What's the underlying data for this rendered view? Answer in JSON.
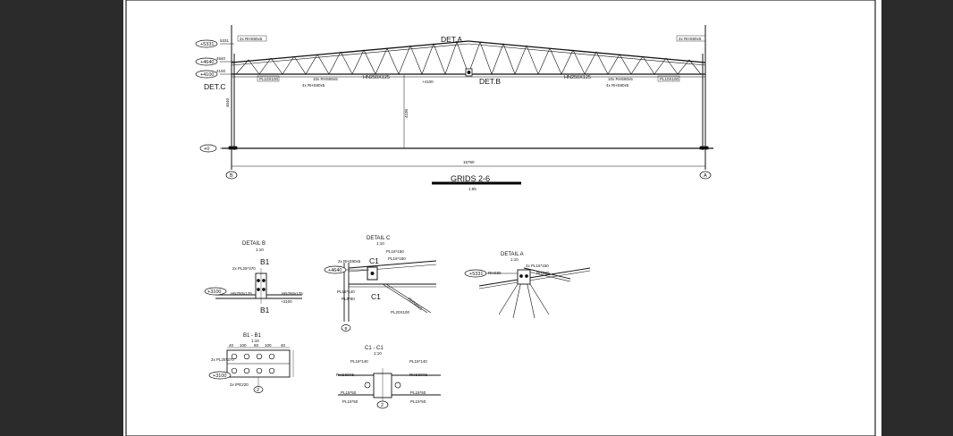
{
  "elevation": {
    "title": "GRIDS 2-6",
    "scale": "1:55",
    "levels": {
      "top": "+5331",
      "mid": "+4640",
      "eave": "+4100",
      "ground": "+0",
      "inner": "+4100"
    },
    "small_dims": {
      "d1": "5331",
      "d2": "4640",
      "d3": "4100"
    },
    "span": "16760",
    "height_left": "4640",
    "height_mid": "4100",
    "grid_left": "B",
    "grid_right": "A",
    "callouts": {
      "det_a": "DET.A",
      "det_b": "DET.B",
      "det_c": "DET.C"
    },
    "labels": {
      "rhs_left": "2x RHS80x5",
      "rhs_right": "2x RHS80x5",
      "pl_left": "PL10X100",
      "pl_right": "PL10X100",
      "rhs_b_left": "10x RHS80x5",
      "rhs_b_right": "10x RHS80x5",
      "rhs_c_left": "4x RHS80x5",
      "rhs_c_right": "4x RHS80x5",
      "hn_left": "HN250X125",
      "hn_right": "HN250X125"
    }
  },
  "detail_b": {
    "title": "DETAIL B",
    "scale": "1:10",
    "section_top": "B1",
    "section_bottom": "B1",
    "level": "+3100",
    "level2": "+3100",
    "plate": "2x PL25*370",
    "hn_left": "HN250x125",
    "hn_right": "HN250x125"
  },
  "detail_c": {
    "title": "DETAIL C",
    "scale": "1:10",
    "section": "C1",
    "section2": "C1",
    "level": "+4640",
    "rhs": "2x RHS80x5",
    "pl1": "PL16*150",
    "pl2": "PL16*150",
    "pl3": "PL16*140",
    "pl4": "PL8*80",
    "pl5": "PL20X100",
    "rhs2": "RHS80x5",
    "grid": "B"
  },
  "detail_a": {
    "title": "DETAIL A",
    "scale": "1:10",
    "level": "+5331",
    "plate": "2x PL16*150",
    "rhs": "RHS80",
    "rhs2": "RHS80"
  },
  "section_b1": {
    "title": "B1 - B1",
    "scale": "1:10",
    "level": "+3100",
    "plate": "2x PL25*370",
    "beam": "2x IPE220",
    "grid": "2",
    "dims": [
      "40",
      "100",
      "60",
      "100",
      "40"
    ]
  },
  "section_c1": {
    "title": "C1 - C1",
    "scale": "1:10",
    "pl_tl": "PL16*140",
    "pl_tr": "PL16*140",
    "rhs_l": "RHS80X5",
    "rhs_r": "RHS80X5",
    "pl_bl": "PL15*50",
    "pl_bl2": "PL15*50",
    "pl_br": "PL15*50",
    "pl_br2": "PL15*50",
    "grid": "2"
  }
}
